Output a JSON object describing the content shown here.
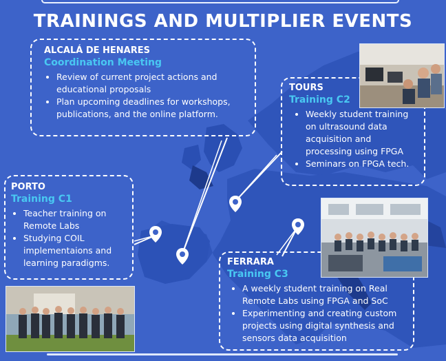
{
  "title": "TRAININGS AND MULTIPLIER EVENTS",
  "colors": {
    "background": "#3d63c9",
    "map_land": "#2f55ba",
    "map_dark": "#1d3a8c",
    "accent": "#49c8f2",
    "text": "#ffffff"
  },
  "alcala": {
    "city": "ALCALÁ DE HENARES",
    "event": "Coordination Meeting",
    "bullets": [
      "Review of current project actions and educational proposals",
      "Plan upcoming deadlines for workshops, publications, and the online platform."
    ]
  },
  "tours": {
    "city": "TOURS",
    "event": "Training C2",
    "bullets": [
      "Weekly student training on ultrasound data acquisition and processing using FPGA",
      "Seminars on FPGA tech."
    ]
  },
  "porto": {
    "city": "PORTO",
    "event": "Training C1",
    "bullets": [
      "Teacher training on Remote Labs",
      "Studying COIL implementaions and learning paradigms."
    ]
  },
  "ferrara": {
    "city": "FERRARA",
    "event": "Training C3",
    "bullets": [
      "A weekly student training on Real Remote Labs using FPGA and SoC",
      "Experimenting and creating custom projects using digital synthesis and sensors data acquisition"
    ]
  },
  "icons": {
    "pin": "map-pin-icon"
  }
}
